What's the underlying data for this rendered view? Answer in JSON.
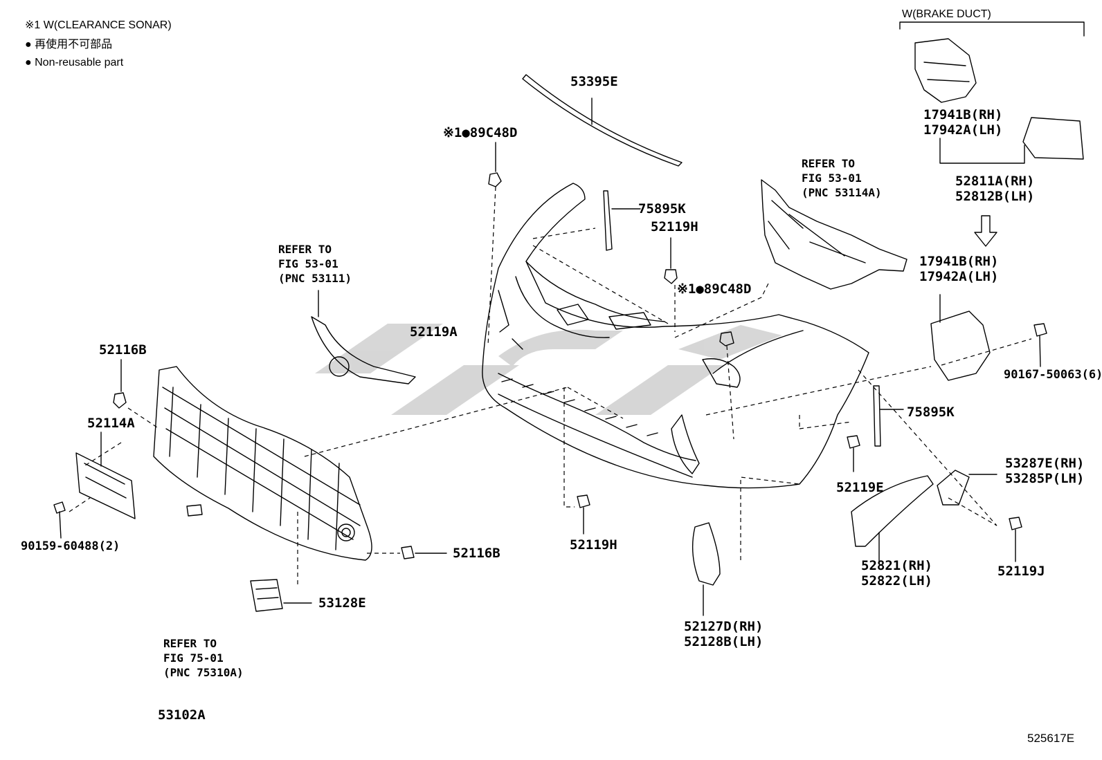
{
  "legend": {
    "line1": "※1 W(CLEARANCE SONAR)",
    "line2": "● 再使用不可部品",
    "line3": "● Non-reusable part"
  },
  "brake_duct": {
    "header": "W(BRAKE DUCT)"
  },
  "diagram_id": "525617E",
  "labels": {
    "p53395E": "53395E",
    "p89C48D_top": "※1●89C48D",
    "p89C48D_mid": "※1●89C48D",
    "p75895K_top": "75895K",
    "p52119H_top": "52119H",
    "p52119A": "52119A",
    "p52116B_top": "52116B",
    "p52114A": "52114A",
    "p90159": "90159-60488(2)",
    "p52116B_right": "52116B",
    "p53128E": "53128E",
    "p53102A": "53102A",
    "p52119H_bottom": "52119H",
    "p52119E": "52119E",
    "p52127D": "52127D(RH)",
    "p52128B": "52128B(LH)",
    "p75895K_right": "75895K",
    "p53287E": "53287E(RH)",
    "p53285P": "53285P(LH)",
    "p52821": "52821(RH)",
    "p52822": "52822(LH)",
    "p52119J": "52119J",
    "p90167": "90167-50063(6)",
    "p17941B_top": "17941B(RH)",
    "p17942A_top": "17942A(LH)",
    "p52811A": "52811A(RH)",
    "p52812B": "52812B(LH)",
    "p17941B_mid": "17941B(RH)",
    "p17942A_mid": "17942A(LH)"
  },
  "refer_notes": {
    "n53111": {
      "l1": "REFER TO",
      "l2": "FIG 53-01",
      "l3": "(PNC 53111)"
    },
    "n53114A": {
      "l1": "REFER TO",
      "l2": "FIG 53-01",
      "l3": "(PNC 53114A)"
    },
    "n75310A": {
      "l1": "REFER TO",
      "l2": "FIG 75-01",
      "l3": "(PNC 75310A)"
    }
  }
}
